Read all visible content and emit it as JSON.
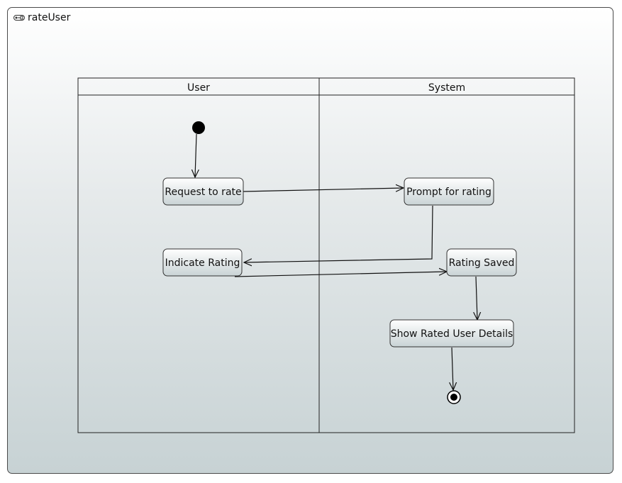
{
  "frame": {
    "title": "rateUser",
    "icon": "activity-diagram-icon"
  },
  "partitions": [
    {
      "id": "user",
      "label": "User"
    },
    {
      "id": "system",
      "label": "System"
    }
  ],
  "nodes": {
    "request_to_rate": "Request to rate",
    "prompt_for_rating": "Prompt for rating",
    "indicate_rating": "Indicate Rating",
    "rating_saved": "Rating Saved",
    "show_rated_user_details": "Show Rated User Details"
  },
  "colors": {
    "border": "#4a4a4a",
    "node_fill_top": "#ffffff",
    "node_fill_bottom": "#c9d3d5",
    "line": "#111111"
  }
}
